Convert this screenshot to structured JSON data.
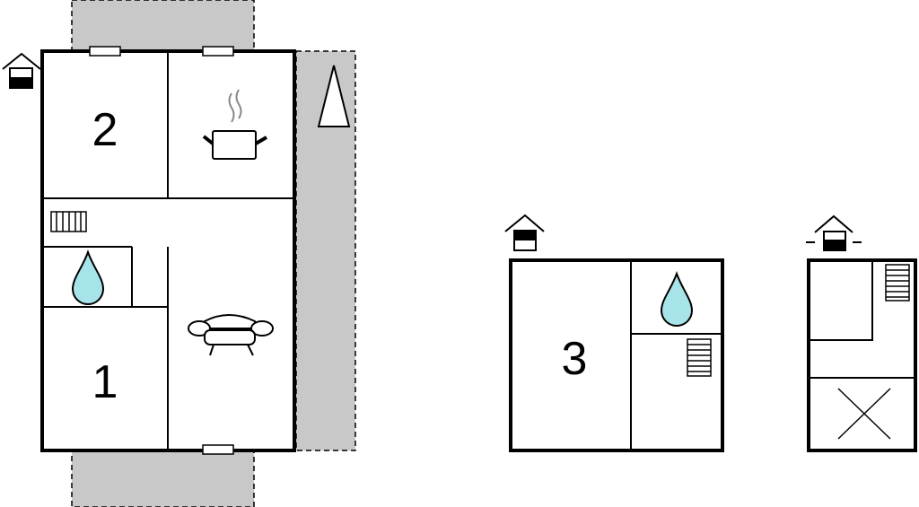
{
  "plan": {
    "rooms": [
      {
        "id": "bedroom-1",
        "label": "1"
      },
      {
        "id": "bedroom-2",
        "label": "2"
      },
      {
        "id": "bedroom-3",
        "label": "3"
      }
    ],
    "icons": [
      "house-level-icon",
      "kitchen-pot-icon",
      "bathroom-water-drop-icon",
      "sofa-icon",
      "radiator-icon",
      "stairs-icon",
      "void-x-icon",
      "tree-icon"
    ],
    "colors": {
      "wall": "#000000",
      "terrace": "#c8c8c8",
      "water": "#a6e4ea",
      "background": "#ffffff"
    }
  }
}
